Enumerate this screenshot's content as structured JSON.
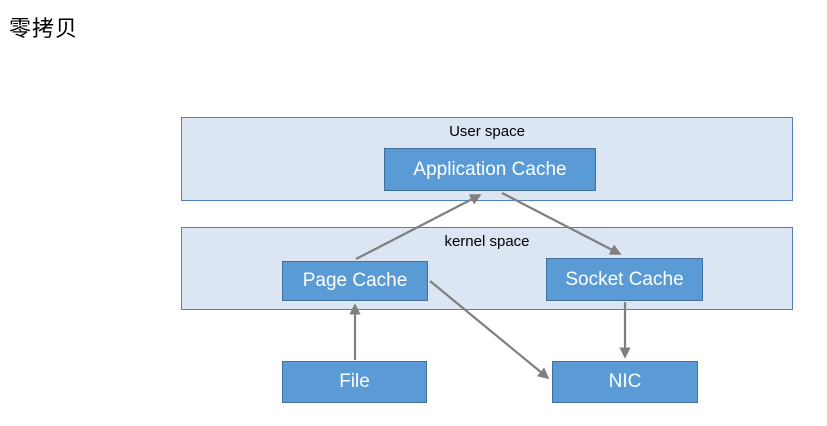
{
  "title": "零拷贝",
  "containers": {
    "user_space": {
      "label": "User space"
    },
    "kernel_space": {
      "label": "kernel space"
    }
  },
  "nodes": {
    "application_cache": {
      "label": "Application Cache"
    },
    "page_cache": {
      "label": "Page Cache"
    },
    "socket_cache": {
      "label": "Socket Cache"
    },
    "file": {
      "label": "File"
    },
    "nic": {
      "label": "NIC"
    }
  },
  "edges": [
    {
      "from": "page_cache",
      "to": "application_cache"
    },
    {
      "from": "application_cache",
      "to": "socket_cache"
    },
    {
      "from": "file",
      "to": "page_cache"
    },
    {
      "from": "page_cache",
      "to": "nic"
    },
    {
      "from": "socket_cache",
      "to": "nic"
    }
  ],
  "colors": {
    "node_fill": "#5b9bd5",
    "node_border": "#41719c",
    "node_text": "#ffffff",
    "container_fill": "#dce6f2",
    "container_border": "#4f81bd",
    "arrow": "#7f7f7f",
    "title_text": "#000000"
  }
}
